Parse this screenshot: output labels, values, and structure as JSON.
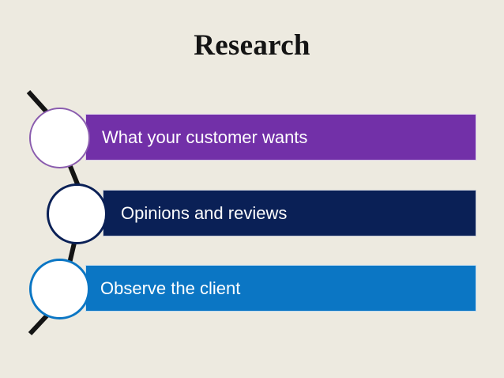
{
  "slide": {
    "title": "Research",
    "background_color": "#edeae0",
    "title_color": "#141414"
  },
  "steps": [
    {
      "label": "What your customer wants",
      "bar_color": "#7230a8",
      "circle_border_color": "#8a5cae",
      "text_color": "#ffffff"
    },
    {
      "label": "Opinions and reviews",
      "bar_color": "#0a2056",
      "circle_border_color": "#0a2056",
      "text_color": "#ffffff"
    },
    {
      "label": "Observe the client",
      "bar_color": "#0b76c4",
      "circle_border_color": "#0b76c4",
      "text_color": "#ffffff"
    }
  ],
  "connectors": {
    "color": "#141414",
    "count": 4
  }
}
